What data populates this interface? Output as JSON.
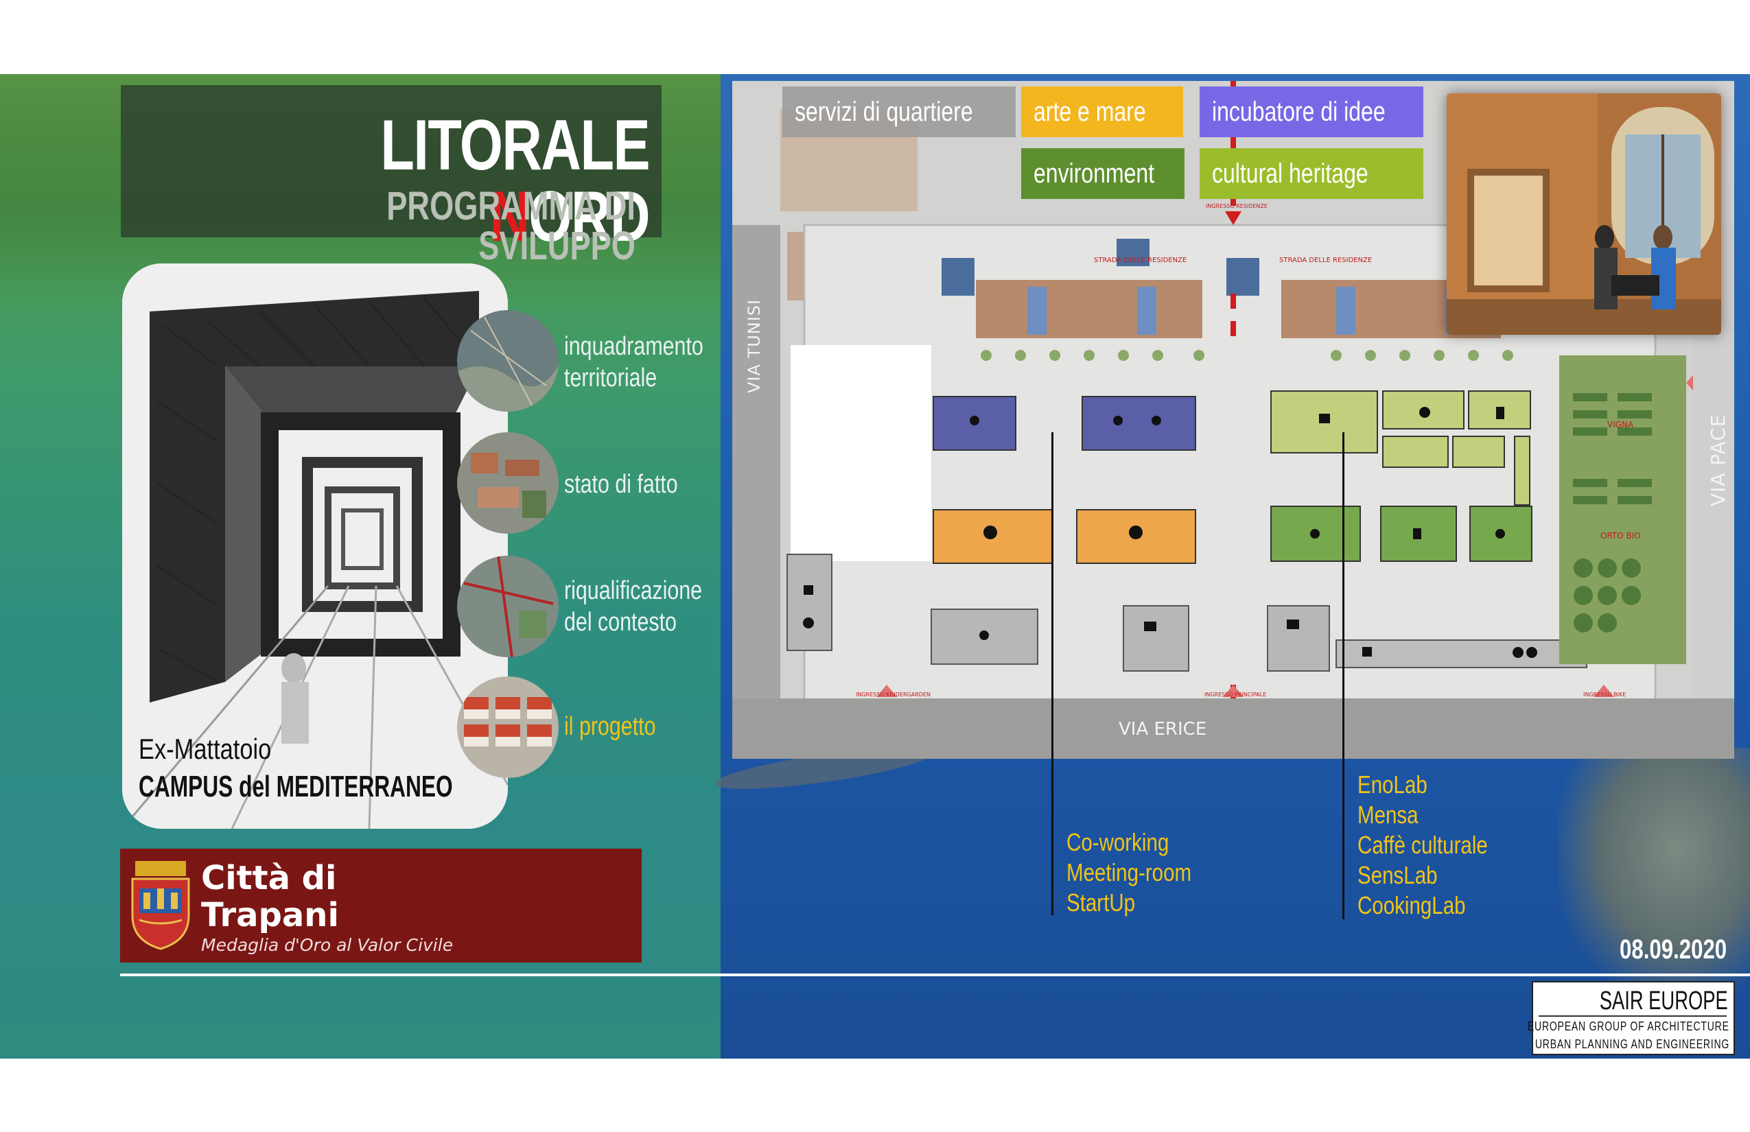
{
  "title": {
    "main_before": "LITORALE ",
    "main_red": "N",
    "main_after": "ORD",
    "subtitle": "PROGRAMMA DI SVILUPPO"
  },
  "project": {
    "line1": "Ex-Mattatoio",
    "line2": "CAMPUS del MEDITERRANEO"
  },
  "nav": [
    {
      "label_line1": "inquadramento",
      "label_line2": "territoriale"
    },
    {
      "label_line1": "stato di fatto",
      "label_line2": ""
    },
    {
      "label_line1": "riqualificazione",
      "label_line2": "del contesto"
    },
    {
      "label_line1": "il progetto",
      "label_line2": ""
    }
  ],
  "city": {
    "name_line1": "Città di",
    "name_line2": "Trapani",
    "motto": "Medaglia d'Oro al Valor Civile"
  },
  "legend": [
    {
      "label": "servizi di quartiere",
      "color": "#9a9a9a"
    },
    {
      "label": "arte e mare",
      "color": "#f3b61f"
    },
    {
      "label": "incubatore di idee",
      "color": "#7868e6"
    },
    {
      "label": "environment",
      "color": "#5e8f2f"
    },
    {
      "label": "cultural heritage",
      "color": "#9bbd2c"
    }
  ],
  "plan_labels": {
    "via_tunisi": "VIA TUNISI",
    "via_pace": "VIA PACE",
    "via_erice": "VIA ERICE",
    "strada_residenze": "STRADA DELLE RESIDENZE",
    "ingresso_residenze": "INGRESSO RESIDENZE",
    "ingresso_kindergarden": "INGRESSO KINDERGARDEN",
    "ingresso_principale": "INGRESSO PRINCIPALE",
    "ingresso_bike": "INGRESSO BIKE",
    "vigna": "VIGNA",
    "orto_bio": "ORTO BIO"
  },
  "callouts": {
    "incubator": [
      "Co-working",
      "Meeting-room",
      "StartUp"
    ],
    "heritage": [
      "EnoLab",
      "Mensa",
      "Caffè culturale",
      "SensLab",
      "CookingLab"
    ]
  },
  "date": "08.09.2020",
  "sair": {
    "title": "SAIR EUROPE",
    "line1": "EUROPEAN GROUP OF ARCHITECTURE",
    "line2": "URBAN PLANNING AND ENGINEERING"
  }
}
